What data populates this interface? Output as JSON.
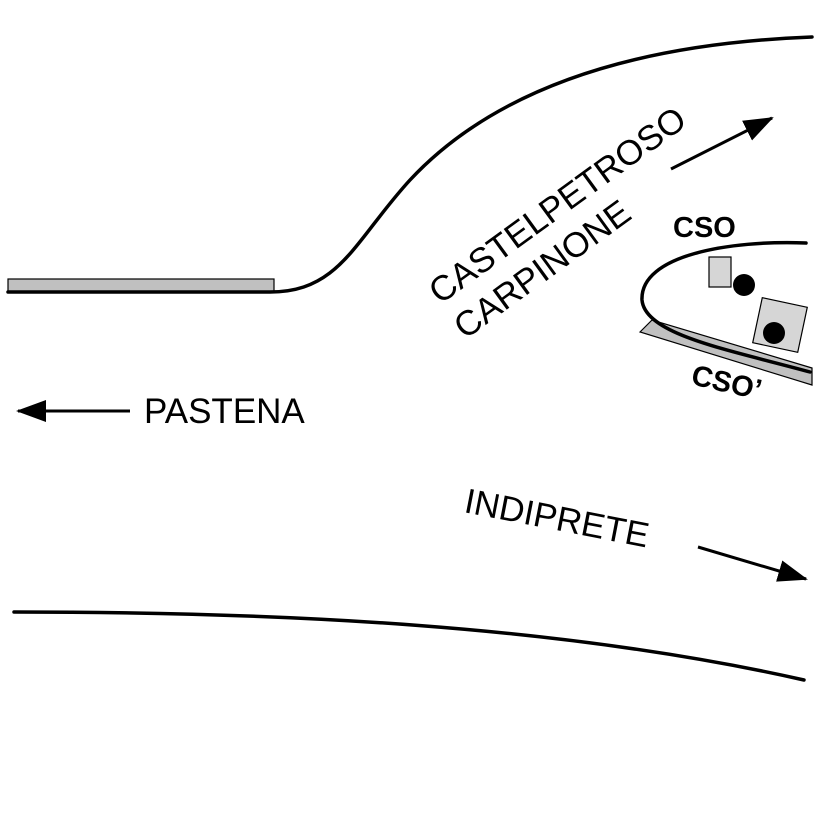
{
  "labels": {
    "pastena": "PASTENA",
    "castelpetroso": "CASTELPETROSO",
    "carpinone": "CARPINONE",
    "indiprete": "INDIPRETE",
    "cso": "CSO",
    "cso_prime": "CSO’"
  },
  "colors": {
    "line": "#000000",
    "fault_plane": "#c0c0c0",
    "block": "#d6d6d6",
    "background": "#ffffff"
  },
  "icons": {
    "arrow_left": "arrow-left-icon",
    "arrow_upper_right": "arrow-upper-right-icon",
    "arrow_lower_right": "arrow-lower-right-icon"
  }
}
